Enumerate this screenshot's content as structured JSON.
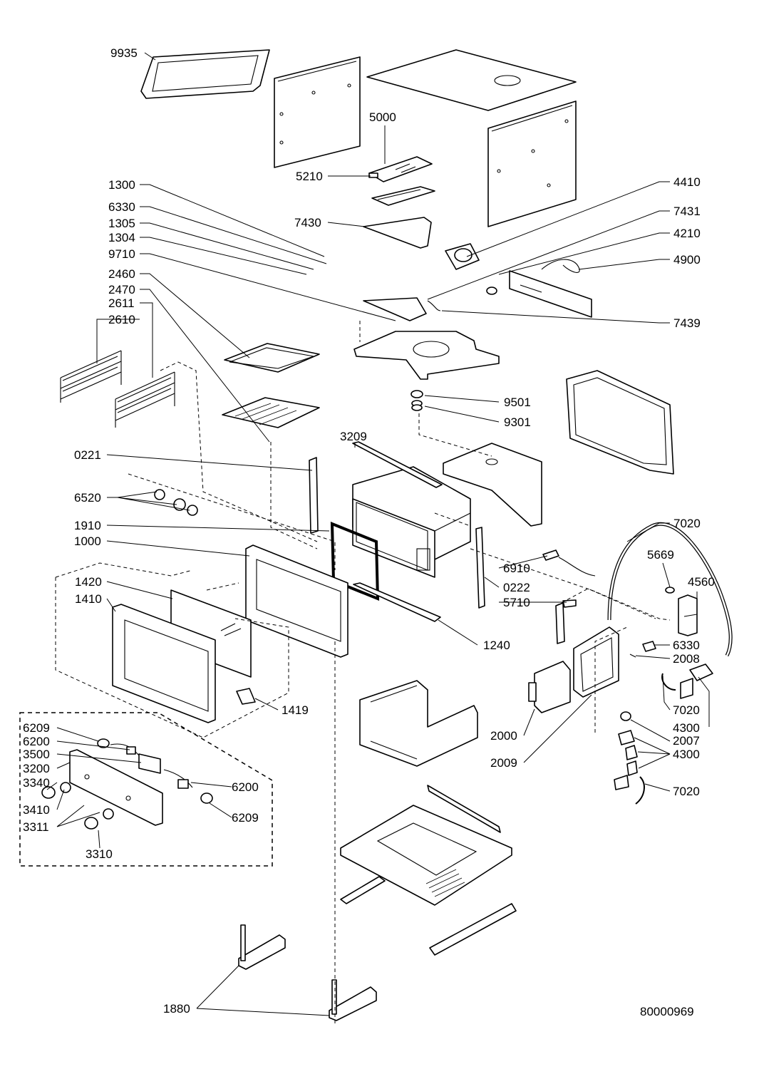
{
  "diagram": {
    "drawing_number": "80000969",
    "part_labels": [
      "9935",
      "5000",
      "5210",
      "1300",
      "6330",
      "1305",
      "1304",
      "9710",
      "7430",
      "4410",
      "7431",
      "4210",
      "4900",
      "7439",
      "2460",
      "2470",
      "2611",
      "2610",
      "9501",
      "9301",
      "3209",
      "0221",
      "6520",
      "1910",
      "1000",
      "7020",
      "5669",
      "4560",
      "6910",
      "0222",
      "5710",
      "1420",
      "1410",
      "1240",
      "1419",
      "6330",
      "2008",
      "7020",
      "4300",
      "2007",
      "4300",
      "7020",
      "2000",
      "2009",
      "6209",
      "6200",
      "3500",
      "3200",
      "3340",
      "3410",
      "3311",
      "3310",
      "6200",
      "6209",
      "1880"
    ]
  }
}
